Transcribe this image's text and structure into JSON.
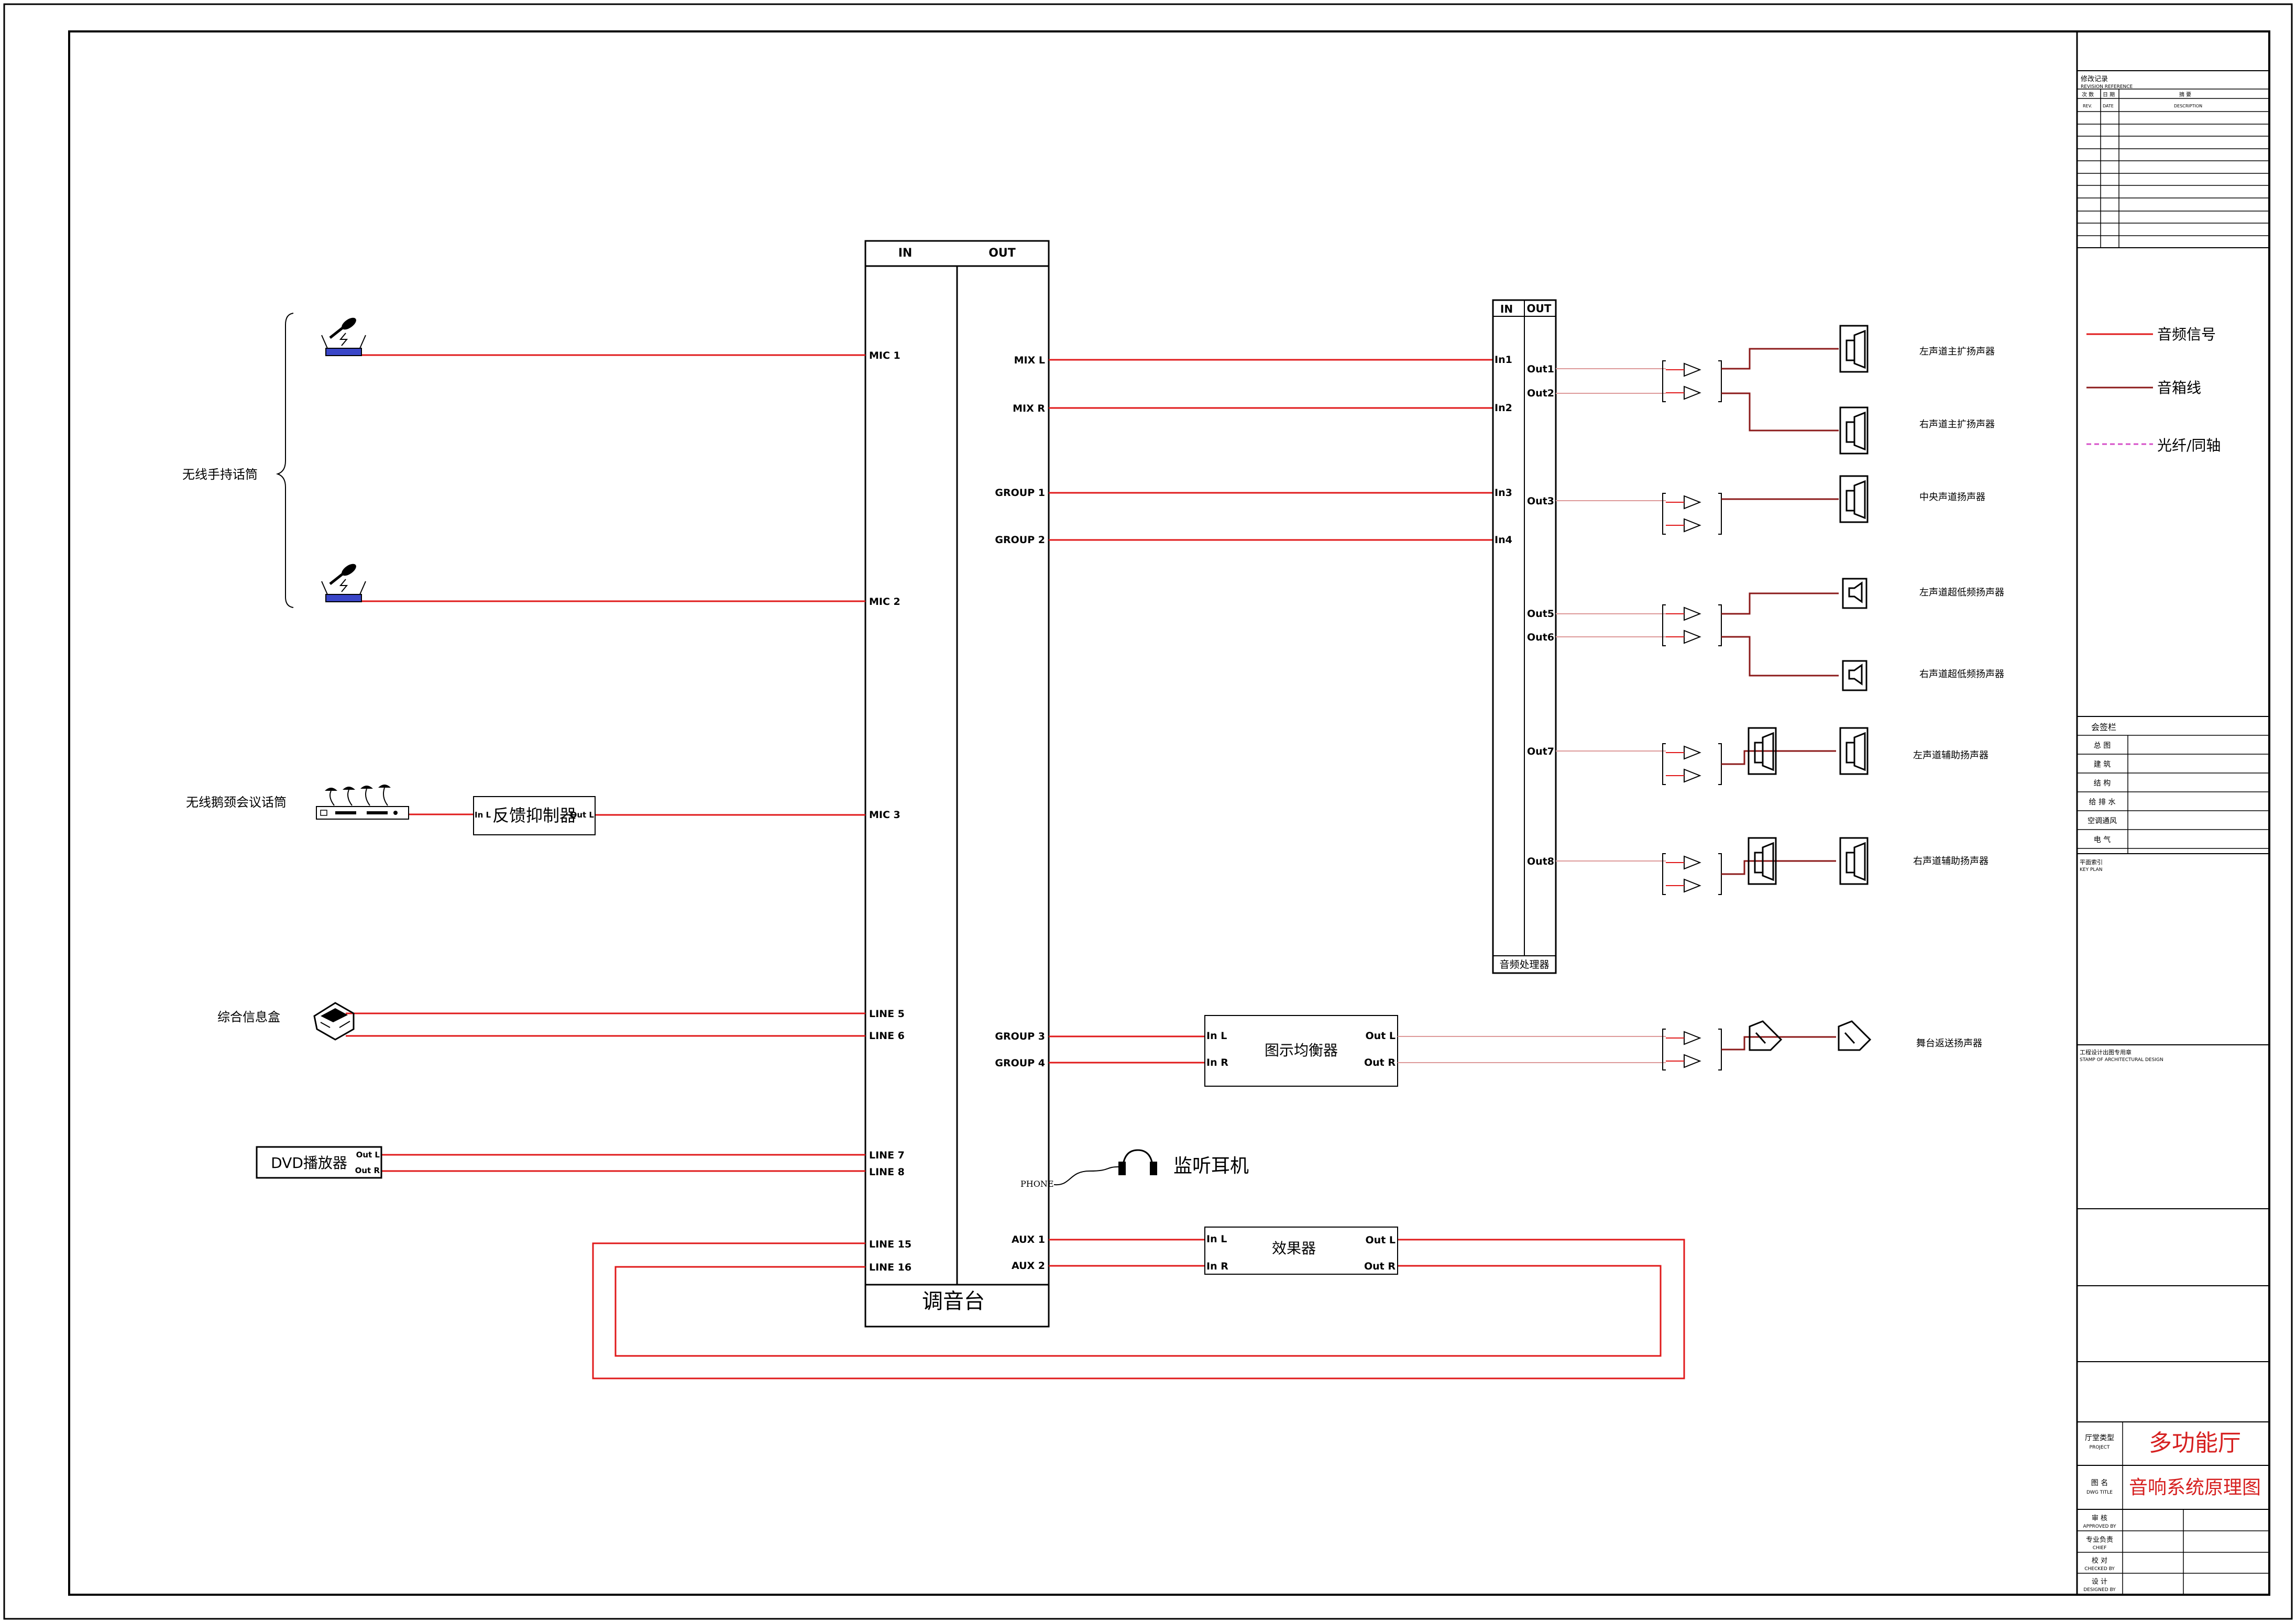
{
  "colors": {
    "audio_signal": "#e0191a",
    "speaker_wire": "#8b1a1a",
    "fiber": "#d64fc8",
    "frame": "#000000",
    "title_red": "#d62020"
  },
  "mixer": {
    "header_in": "IN",
    "header_out": "OUT",
    "name": "调音台",
    "inputs": [
      "MIC 1",
      "MIC 2",
      "MIC 3",
      "LINE 5",
      "LINE 6",
      "LINE 7",
      "LINE 8",
      "LINE 15",
      "LINE 16"
    ],
    "outputs": [
      "MIX L",
      "MIX R",
      "GROUP 1",
      "GROUP 2",
      "GROUP 3",
      "GROUP 4",
      "AUX 1",
      "AUX 2"
    ],
    "phone": "PHONE"
  },
  "processor": {
    "header_in": "IN",
    "header_out": "OUT",
    "name": "音频处理器",
    "inputs": [
      "In1",
      "In2",
      "In3",
      "In4"
    ],
    "outputs": [
      "Out1",
      "Out2",
      "Out3",
      "Out5",
      "Out6",
      "Out7",
      "Out8"
    ]
  },
  "sources": {
    "wireless_handheld": "无线手持话筒",
    "conference_mic": "无线鹅颈会议话筒",
    "info_box": "综合信息盒",
    "dvd": "DVD播放器"
  },
  "devices": {
    "feedback": {
      "name": "反馈抑制器",
      "in": "In L",
      "out": "Out L"
    },
    "equalizer": {
      "name": "图示均衡器",
      "in_l": "In L",
      "in_r": "In R",
      "out_l": "Out L",
      "out_r": "Out R"
    },
    "effects": {
      "name": "效果器",
      "in_l": "In L",
      "in_r": "In R",
      "out_l": "Out L",
      "out_r": "Out R"
    },
    "dvd_out_l": "Out L",
    "dvd_out_r": "Out R",
    "headphone": "监听耳机"
  },
  "speakers": [
    "左声道主扩扬声器",
    "右声道主扩扬声器",
    "中央声道扬声器",
    "左声道超低频扬声器",
    "右声道超低频扬声器",
    "左声道辅助扬声器",
    "右声道辅助扬声器",
    "舞台返送扬声器"
  ],
  "legend": [
    {
      "label": "音频信号"
    },
    {
      "label": "音箱线"
    },
    {
      "label": "光纤/同轴"
    }
  ],
  "title_block": {
    "revision": "修改记录",
    "revision_en": "REVISION REFERENCE",
    "col_rev": "次 数",
    "col_rev_en": "REV.",
    "col_date": "日 期",
    "col_date_en": "DATE",
    "col_desc": "摘 要",
    "col_desc_en": "DESCRIPTION",
    "signature": "会签栏",
    "sign_rows": [
      "总 图",
      "建 筑",
      "结 构",
      "给 排 水",
      "空调通风",
      "电 气"
    ],
    "key_plan": "平面索引",
    "key_plan_en": "KEY PLAN",
    "stamp": "工程设计出图专用章",
    "stamp_en": "STAMP OF ARCHITECTURAL DESIGN",
    "project_label": "厅堂类型",
    "project_label_en": "PROJECT",
    "project": "多功能厅",
    "title_label": "图 名",
    "title_label_en": "DWG TITLE",
    "title": "音响系统原理图",
    "roles": [
      {
        "cn": "审 核",
        "en": "APPROVED BY"
      },
      {
        "cn": "专业负责",
        "en": "CHIEF"
      },
      {
        "cn": "校 对",
        "en": "CHECKED BY"
      },
      {
        "cn": "设 计",
        "en": "DESIGNED BY"
      }
    ]
  }
}
